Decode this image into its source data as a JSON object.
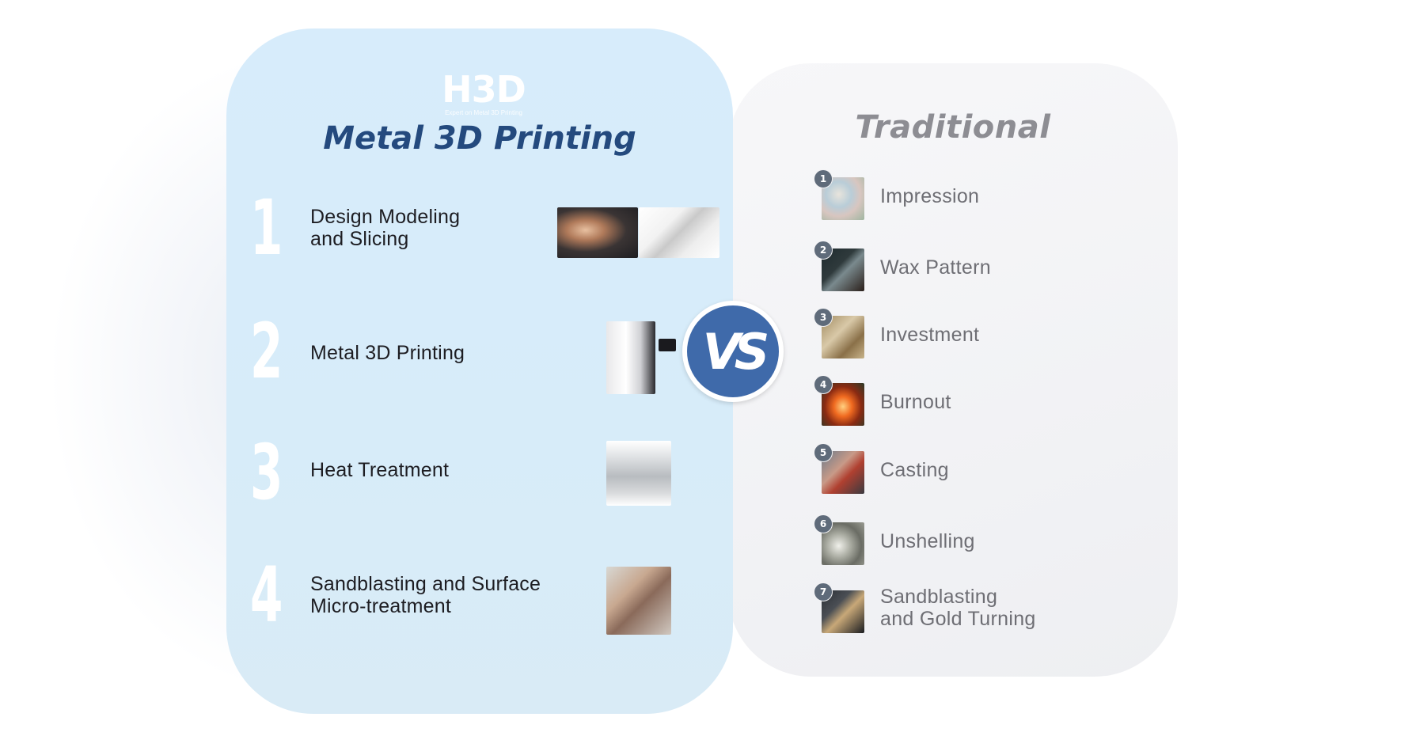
{
  "left_panel": {
    "logo": {
      "text": "H3D",
      "tagline": "Expert on Metal 3D Printing"
    },
    "title": "Metal 3D Printing",
    "steps": [
      {
        "number": "1",
        "lines": [
          "Design Modeling",
          "and Slicing"
        ]
      },
      {
        "number": "2",
        "lines": [
          "Metal 3D Printing"
        ]
      },
      {
        "number": "3",
        "lines": [
          "Heat Treatment"
        ]
      },
      {
        "number": "4",
        "lines": [
          "Sandblasting and Surface",
          "Micro-treatment"
        ]
      }
    ]
  },
  "vs_badge": {
    "text": "VS"
  },
  "right_panel": {
    "title": "Traditional",
    "steps": [
      {
        "number": "1",
        "lines": [
          "Impression"
        ]
      },
      {
        "number": "2",
        "lines": [
          "Wax Pattern"
        ]
      },
      {
        "number": "3",
        "lines": [
          "Investment"
        ]
      },
      {
        "number": "4",
        "lines": [
          "Burnout"
        ]
      },
      {
        "number": "5",
        "lines": [
          "Casting"
        ]
      },
      {
        "number": "6",
        "lines": [
          "Unshelling"
        ]
      },
      {
        "number": "7",
        "lines": [
          "Sandblasting",
          "and Gold Turning"
        ]
      }
    ]
  },
  "colors": {
    "left_card_bg": "#d7ecfb",
    "left_title": "#244a7e",
    "right_card_bg": "#f2f2f5",
    "right_title": "#8d8d93",
    "vs_badge": "#3f6aaa",
    "step_badge": "#5f6b7a"
  }
}
